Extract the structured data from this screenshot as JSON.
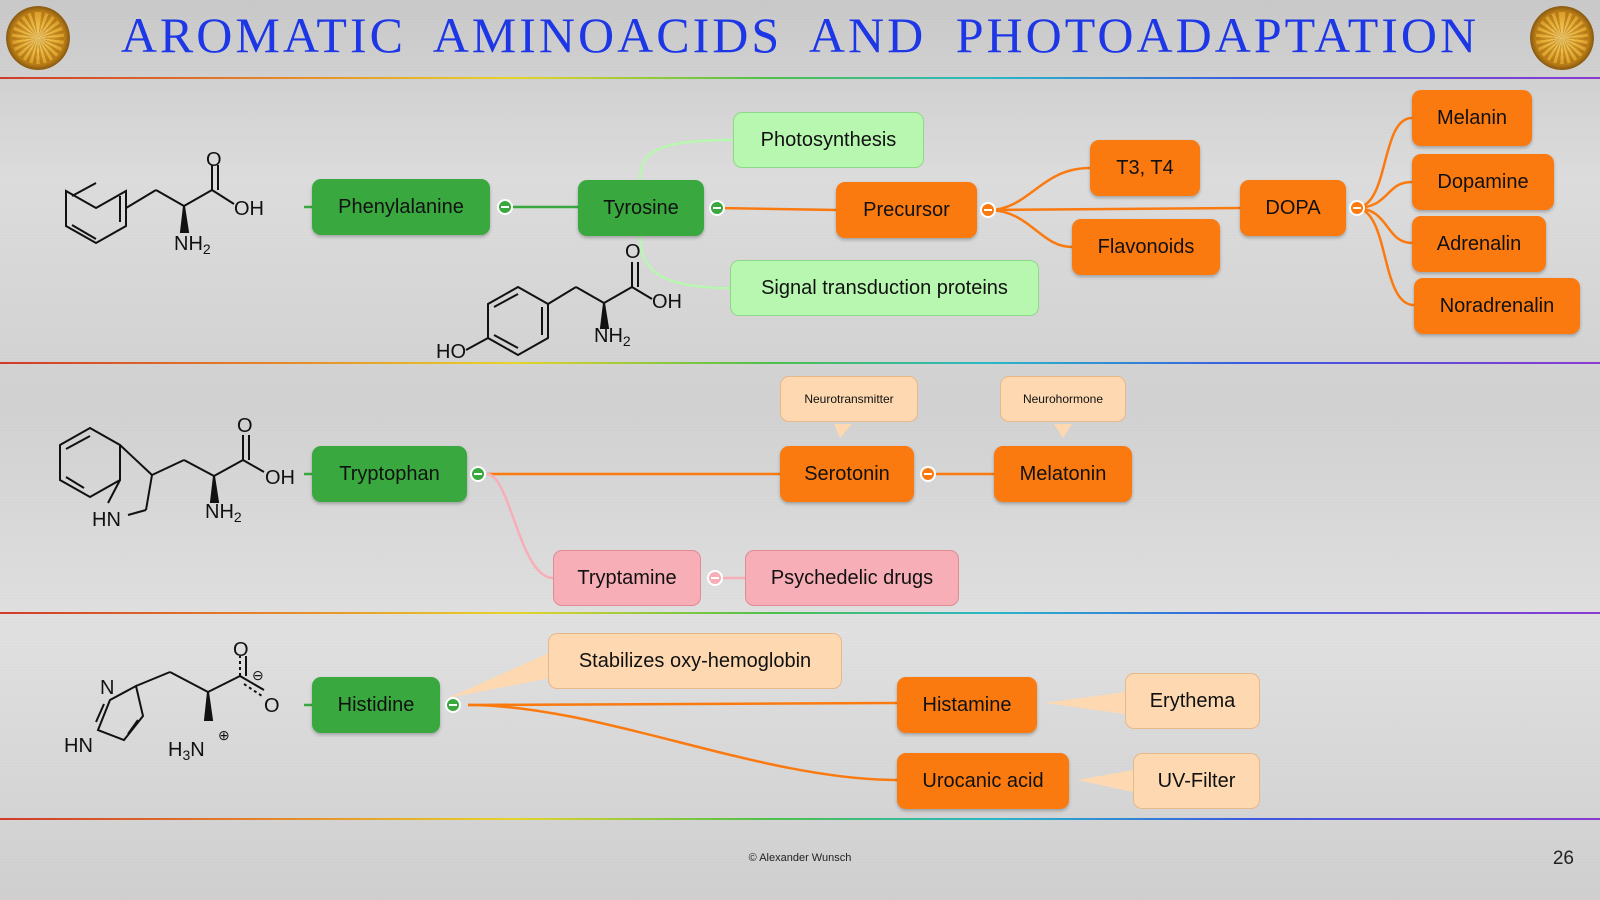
{
  "slide": {
    "title": "AROMATIC  AMINOACIDS  AND  PHOTOADAPTATION",
    "footer": "© Alexander Wunsch",
    "page_number": "26"
  },
  "colors": {
    "title": "#1d37e6",
    "green": "#39a93f",
    "light_green": "#b8f7b0",
    "orange": "#fa7a10",
    "pink": "#f7aeb6",
    "peach": "#fdd8b0"
  },
  "nodes": {
    "phenylalanine": "Phenylalanine",
    "tyrosine": "Tyrosine",
    "photosynthesis": "Photosynthesis",
    "signal_transduction": "Signal transduction proteins",
    "precursor": "Precursor",
    "t3t4": "T3, T4",
    "flavonoids": "Flavonoids",
    "dopa": "DOPA",
    "melanin": "Melanin",
    "dopamine": "Dopamine",
    "adrenalin": "Adrenalin",
    "noradrenalin": "Noradrenalin",
    "tryptophan": "Tryptophan",
    "serotonin": "Serotonin",
    "melatonin": "Melatonin",
    "neurotransmitter": "Neurotransmitter",
    "neurohormone": "Neurohormone",
    "tryptamine": "Tryptamine",
    "psychedelic_drugs": "Psychedelic drugs",
    "histidine": "Histidine",
    "stabilizes": "Stabilizes oxy-hemoglobin",
    "histamine": "Histamine",
    "erythema": "Erythema",
    "urocanic_acid": "Urocanic acid",
    "uv_filter": "UV-Filter"
  },
  "molecules": {
    "oxygen": "O",
    "hydroxyl": "OH",
    "amine_n": "NH",
    "amine_sub": "2",
    "ho": "HO",
    "hn": "HN",
    "nitrogen": "N",
    "h": "H",
    "h_sub": "3",
    "n_plus": "N",
    "plus": "⊕",
    "minus": "⊖"
  }
}
